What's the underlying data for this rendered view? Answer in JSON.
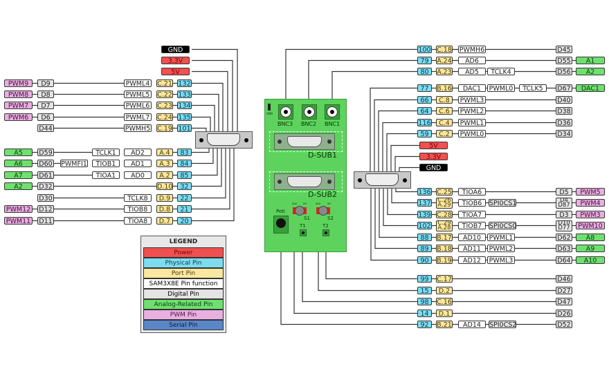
{
  "legend": {
    "title": "LEGEND",
    "items": [
      {
        "label": "Power",
        "cls": "power"
      },
      {
        "label": "Physical Pin",
        "cls": "phys"
      },
      {
        "label": "Port Pin",
        "cls": "port"
      },
      {
        "label": "SAM3X8E Pin function",
        "cls": "func"
      },
      {
        "label": "Digital Pin",
        "cls": "dig"
      },
      {
        "label": "Analog-Related Pin",
        "cls": "ana"
      },
      {
        "label": "PWM Pin",
        "cls": "pwm"
      },
      {
        "label": "Serial Pin",
        "cls": "serial"
      }
    ]
  },
  "board": {
    "bnc": [
      "BNC3",
      "BNC2",
      "BNC1"
    ],
    "dsub1": "D-SUB1",
    "dsub2": "D-SUB2",
    "poti": "Poti",
    "s1": "S1",
    "s2": "S2",
    "t1": "T1",
    "t2": "T2",
    "aus": "aus",
    "an": "an",
    "gnd": "GND"
  },
  "left_power": [
    {
      "label": "GND",
      "cls": "gnd"
    },
    {
      "label": "3.3V",
      "cls": "power"
    },
    {
      "label": "5V",
      "cls": "power"
    }
  ],
  "left_rows": [
    {
      "pwm": "PWM9",
      "dig": "D9",
      "funcs": [
        "PWML4"
      ],
      "port": "C.21",
      "phys": "132"
    },
    {
      "pwm": "PWM8",
      "dig": "D8",
      "funcs": [
        "PWML5"
      ],
      "port": "C.22",
      "phys": "133"
    },
    {
      "pwm": "PWM7",
      "dig": "D7",
      "funcs": [
        "PWML6"
      ],
      "port": "C.23",
      "phys": "134"
    },
    {
      "pwm": "PWM6",
      "dig": "D6",
      "funcs": [
        "PWML7"
      ],
      "port": "C.24",
      "phys": "135"
    },
    {
      "pwm": "",
      "dig": "D44",
      "funcs": [
        "PWMH5"
      ],
      "port": "C.19",
      "phys": "101"
    },
    {
      "ana": "A5",
      "dig": "D59",
      "funcs": [
        "TCLK1",
        "AD2"
      ],
      "port": "A.4",
      "phys": "83"
    },
    {
      "ana": "A6",
      "dig": "D60",
      "funcs": [
        "PWMFI1",
        "TIOB1",
        "AD1"
      ],
      "port": "A.3",
      "phys": "84"
    },
    {
      "ana": "A7",
      "dig": "D61",
      "funcs": [
        "TIOA1",
        "AD0"
      ],
      "port": "A.2",
      "phys": "85"
    },
    {
      "ana": "A2",
      "dig": "D32",
      "funcs": [],
      "port": "D.10",
      "phys": "32"
    },
    {
      "dig": "D30",
      "funcs": [
        "TCLK8"
      ],
      "port": "D.9",
      "phys": "22"
    },
    {
      "pwm": "PWM12",
      "dig": "D12",
      "funcs": [
        "TIOB8"
      ],
      "port": "D.8",
      "phys": "21"
    },
    {
      "pwm": "PWM11",
      "dig": "D11",
      "funcs": [
        "TIOA8"
      ],
      "port": "D.7",
      "phys": "20"
    }
  ],
  "right_top_rows": [
    {
      "phys": "100",
      "port": "C.18",
      "funcs": [
        "PWMH6"
      ],
      "dig": "D45"
    },
    {
      "phys": "79",
      "port": "A.24",
      "funcs": [
        "AD6"
      ],
      "dig": "D55",
      "ana": "A1"
    },
    {
      "phys": "80",
      "port": "A.23",
      "funcs": [
        "AD5",
        "TCLK4"
      ],
      "dig": "D56",
      "ana": "A2"
    }
  ],
  "right_rows": [
    {
      "phys": "77",
      "port": "B.16",
      "funcs": [
        "DAC1",
        "PWML0",
        "TCLK5"
      ],
      "dig": "D67",
      "ana": "DAC1"
    },
    {
      "phys": "66",
      "port": "C.8",
      "funcs": [
        "PWML3"
      ],
      "dig": "D40"
    },
    {
      "phys": "64",
      "port": "C.6",
      "funcs": [
        "PWML2"
      ],
      "dig": "D38"
    },
    {
      "phys": "116",
      "port": "C.4",
      "funcs": [
        "PWML1"
      ],
      "dig": "D36"
    },
    {
      "phys": "59",
      "port": "C.2",
      "funcs": [
        "PWML0"
      ],
      "dig": "D34"
    }
  ],
  "right_power": [
    {
      "label": "5V",
      "cls": "power"
    },
    {
      "label": "3.3V",
      "cls": "power"
    },
    {
      "label": "GND",
      "cls": "gnd"
    }
  ],
  "right_rows2": [
    {
      "phys": "136",
      "port": "C.25",
      "funcs": [
        "TIOA6"
      ],
      "dig": "D5",
      "pwm": "PWM5"
    },
    {
      "phys": "137",
      "port": "C.26\nA.29",
      "funcs": [
        "TIOB6"
      ],
      "serial": "SPI0CS1",
      "dig": "D4\nD87",
      "pwm": "PWM4"
    },
    {
      "phys": "139",
      "port": "C.28",
      "funcs": [
        "TIOA7"
      ],
      "dig": "D3",
      "pwm": "PWM3"
    },
    {
      "phys": "102",
      "port": "C.29\nA.28",
      "funcs": [
        "TIOB7"
      ],
      "serial": "SPI0CS0",
      "dig": "D10\nD77",
      "pwm": "PWM10"
    },
    {
      "phys": "88",
      "port": "B.17",
      "funcs": [
        "AD10",
        "PWML1"
      ],
      "dig": "D62",
      "ana": "A8"
    },
    {
      "phys": "89",
      "port": "B.18",
      "funcs": [
        "AD11",
        "PWML2"
      ],
      "dig": "D63",
      "ana": "A9"
    },
    {
      "phys": "90",
      "port": "B.19",
      "funcs": [
        "AD12",
        "PWML3"
      ],
      "dig": "D64",
      "ana": "A10"
    }
  ],
  "right_bottom_rows": [
    {
      "phys": "99",
      "port": "C.17",
      "funcs": [],
      "dig": "D46"
    },
    {
      "phys": "15",
      "port": "D.2",
      "funcs": [],
      "dig": "D27"
    },
    {
      "phys": "98",
      "port": "C.16",
      "funcs": [],
      "dig": "D47"
    },
    {
      "phys": "14",
      "port": "D.1",
      "funcs": [],
      "dig": "D26"
    },
    {
      "phys": "92",
      "port": "B.21",
      "funcs": [
        "AD14"
      ],
      "serial": "SPI0CS2",
      "dig": "D52"
    }
  ]
}
